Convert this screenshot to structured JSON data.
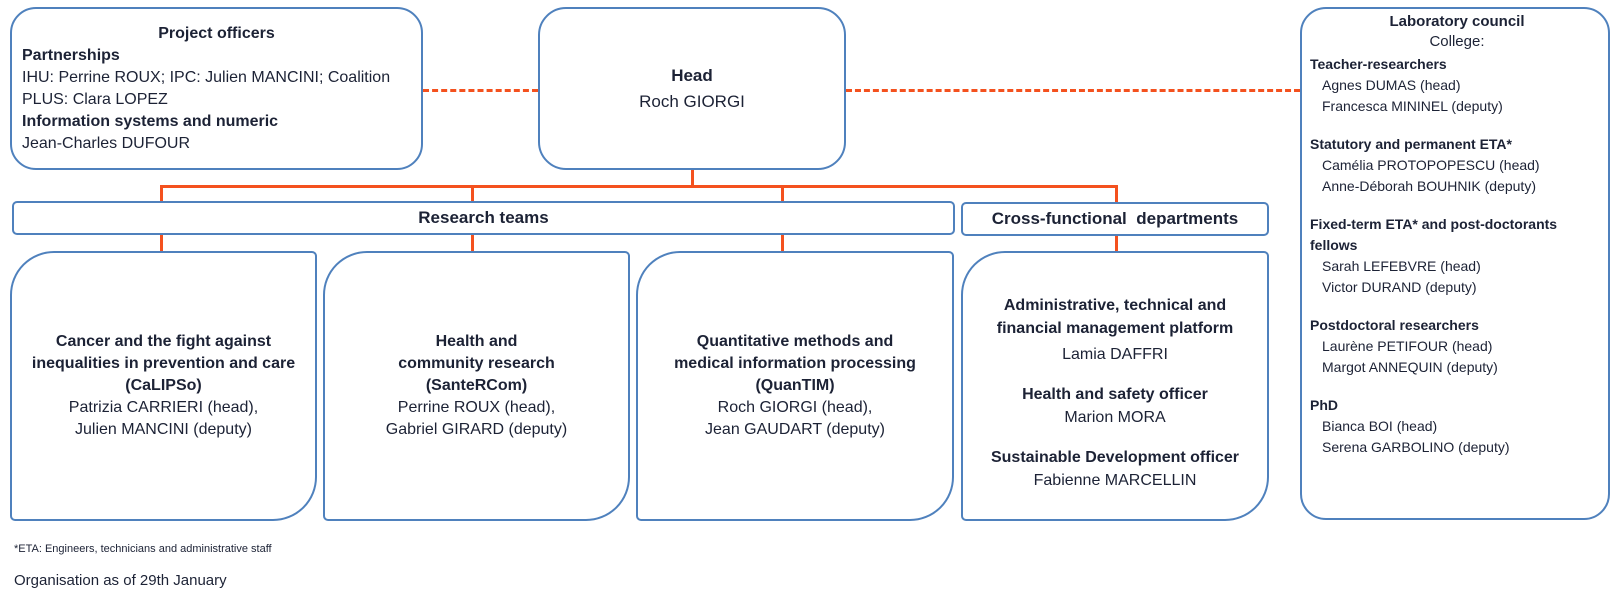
{
  "project_officers": {
    "title": "Project officers",
    "partnerships_heading": "Partnerships",
    "partnerships_line1": "IHU: Perrine ROUX; IPC: Julien MANCINI; Coalition",
    "partnerships_line2": "PLUS: Clara LOPEZ",
    "info_heading": "Information systems and numeric",
    "info_person": "Jean-Charles DUFOUR"
  },
  "head": {
    "title": "Head",
    "name": "Roch GIORGI"
  },
  "lab_council": {
    "title": "Laboratory council",
    "subtitle": "College:",
    "groups": [
      {
        "heading": "Teacher-researchers",
        "members": [
          "Agnes DUMAS (head)",
          "Francesca MININEL (deputy)"
        ]
      },
      {
        "heading": "Statutory and permanent ETA*",
        "members": [
          "Camélia PROTOPOPESCU (head)",
          "Anne-Déborah BOUHNIK (deputy)"
        ]
      },
      {
        "heading": "Fixed-term ETA* and post-doctorants fellows",
        "members": [
          "Sarah LEFEBVRE (head)",
          "Victor DURAND (deputy)"
        ]
      },
      {
        "heading": "Postdoctoral researchers",
        "members": [
          "Laurène PETIFOUR (head)",
          "Margot ANNEQUIN (deputy)"
        ]
      },
      {
        "heading": "PhD",
        "members": [
          "Bianca BOI (head)",
          "Serena GARBOLINO (deputy)"
        ]
      }
    ]
  },
  "research_teams": {
    "label": "Research teams",
    "teams": [
      {
        "line1": "Cancer and the fight against",
        "line2": "inequalities in prevention and care",
        "acronym": "(CaLIPSo)",
        "head": "Patrizia CARRIERI (head),",
        "deputy": "Julien MANCINI (deputy)"
      },
      {
        "line1": "Health and",
        "line2": "community research",
        "acronym": "(SanteRCom)",
        "head": "Perrine ROUX (head),",
        "deputy": "Gabriel GIRARD (deputy)"
      },
      {
        "line1": "Quantitative methods and",
        "line2": "medical information processing",
        "acronym": "(QuanTIM)",
        "head": "Roch GIORGI (head),",
        "deputy": "Jean GAUDART (deputy)"
      }
    ]
  },
  "cross_functional": {
    "label": "Cross-functional  departments",
    "platform_line1": "Administrative, technical and",
    "platform_line2": "financial management platform",
    "platform_person": "Lamia DAFFRI",
    "safety_title": "Health and safety officer",
    "safety_person": "Marion MORA",
    "sustainable_title": "Sustainable Development officer",
    "sustainable_person": "Fabienne MARCELLIN"
  },
  "footnote": "*ETA:  Engineers, technicians and administrative staff",
  "organisation_date": "Organisation as of 29th January",
  "colors": {
    "box_border": "#4f81bd",
    "connector": "#f4511e"
  }
}
